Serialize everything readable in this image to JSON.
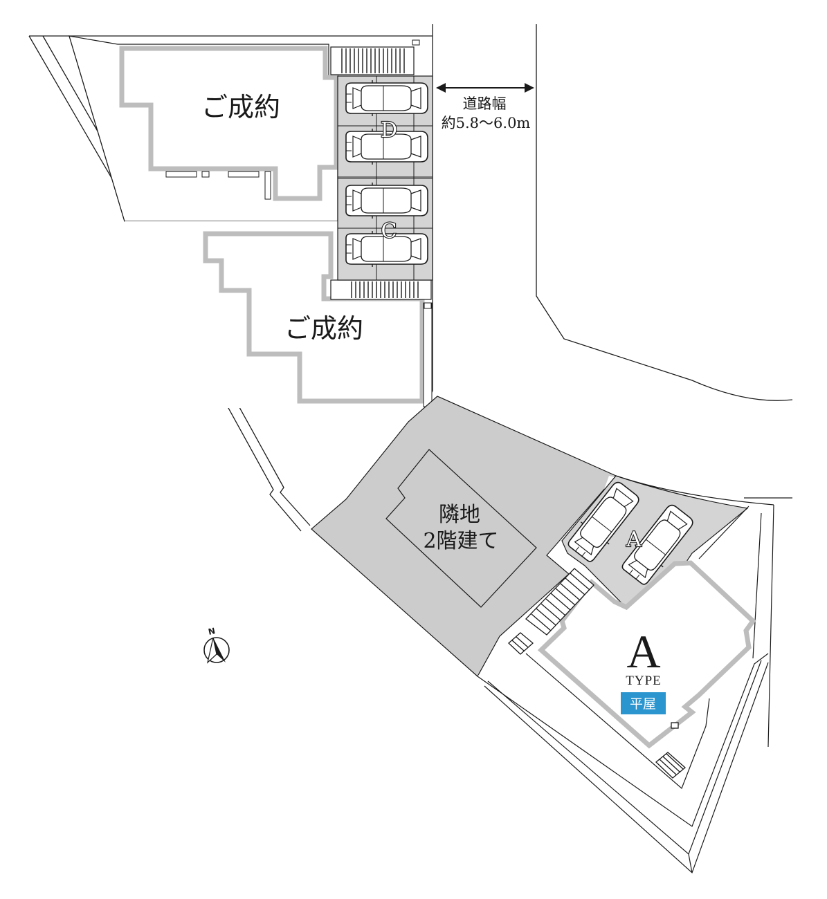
{
  "lots": {
    "lot_top": {
      "status": "ご成約",
      "parking_letter": "D"
    },
    "lot_middle": {
      "status": "ご成約",
      "parking_letter": "C"
    },
    "lot_a": {
      "parking_letter": "A",
      "type_letter": "A",
      "type_word": "TYPE",
      "badge": "平屋"
    }
  },
  "neighbor": {
    "line1": "隣地",
    "line2": "2階建て"
  },
  "road": {
    "line1": "道路幅",
    "line2": "約5.8〜6.0m"
  },
  "compass": {
    "label": "N"
  },
  "colors": {
    "paving": "#d4d4d4",
    "neighbor_lot": "#cccccc",
    "wall_outline": "#bdbdbd",
    "badge": "#2b95cf",
    "line": "#1a1a1a"
  }
}
